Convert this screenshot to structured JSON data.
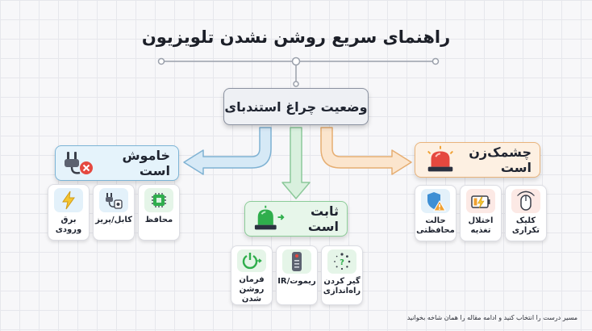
{
  "title": "راهنمای سریع روشن نشدن تلویزیون",
  "root": {
    "label": "وضعیت چراغ استندبای",
    "icon": "none"
  },
  "categories": {
    "off": {
      "label": "خاموش است",
      "icon": "power-plug-icon",
      "color": "#7cb4d6",
      "items": [
        {
          "label": "محافظ",
          "icon": "surge-protector-icon"
        },
        {
          "label": "کابل/پریز",
          "icon": "cable-outlet-icon"
        },
        {
          "label": "برق ورودی",
          "icon": "lightning-icon"
        }
      ]
    },
    "steady": {
      "label": "ثابت است",
      "icon": "green-beacon-icon",
      "color": "#8ccc98",
      "items": [
        {
          "label": "گیر کردن راه‌اندازی",
          "icon": "loading-spinner-icon"
        },
        {
          "label": "ریموت/IR",
          "icon": "remote-control-icon"
        },
        {
          "label": "فرمان روشن شدن",
          "icon": "power-button-icon"
        }
      ]
    },
    "blink": {
      "label": "چشمک‌زن است",
      "icon": "red-beacon-icon",
      "color": "#e9b47c",
      "items": [
        {
          "label": "کلیک تکراری",
          "icon": "mouse-click-icon"
        },
        {
          "label": "اختلال تغذیه",
          "icon": "battery-warning-icon"
        },
        {
          "label": "حالت محافظتی",
          "icon": "shield-warning-icon"
        }
      ]
    }
  },
  "footer": "مسیر درست را انتخاب کنید و ادامه مقاله را همان شاخه بخوانید"
}
